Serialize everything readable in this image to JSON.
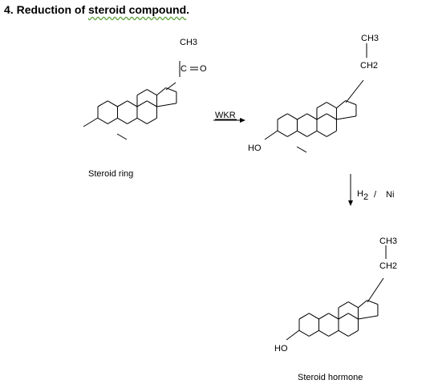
{
  "title": {
    "number": "4.",
    "lead": "Reduction of",
    "underlined": "steroid  compound",
    "end": "."
  },
  "compounds": {
    "start": {
      "caption": "Steroid ring",
      "group_top": "CH3",
      "group_carbonyl": "C",
      "group_oxygen": "O"
    },
    "middle": {
      "group_top": "CH3",
      "group_mid": "CH2",
      "hydroxyl": "HO"
    },
    "final": {
      "group_top": "CH3",
      "group_mid": "CH2",
      "hydroxyl": "HO",
      "caption": "Steroid hormone"
    }
  },
  "reactions": {
    "step1": {
      "reagent": "WKR"
    },
    "step2": {
      "reagent_h": "H",
      "reagent_sub": "2",
      "reagent_sep": "/",
      "reagent_cat": "Ni"
    }
  }
}
